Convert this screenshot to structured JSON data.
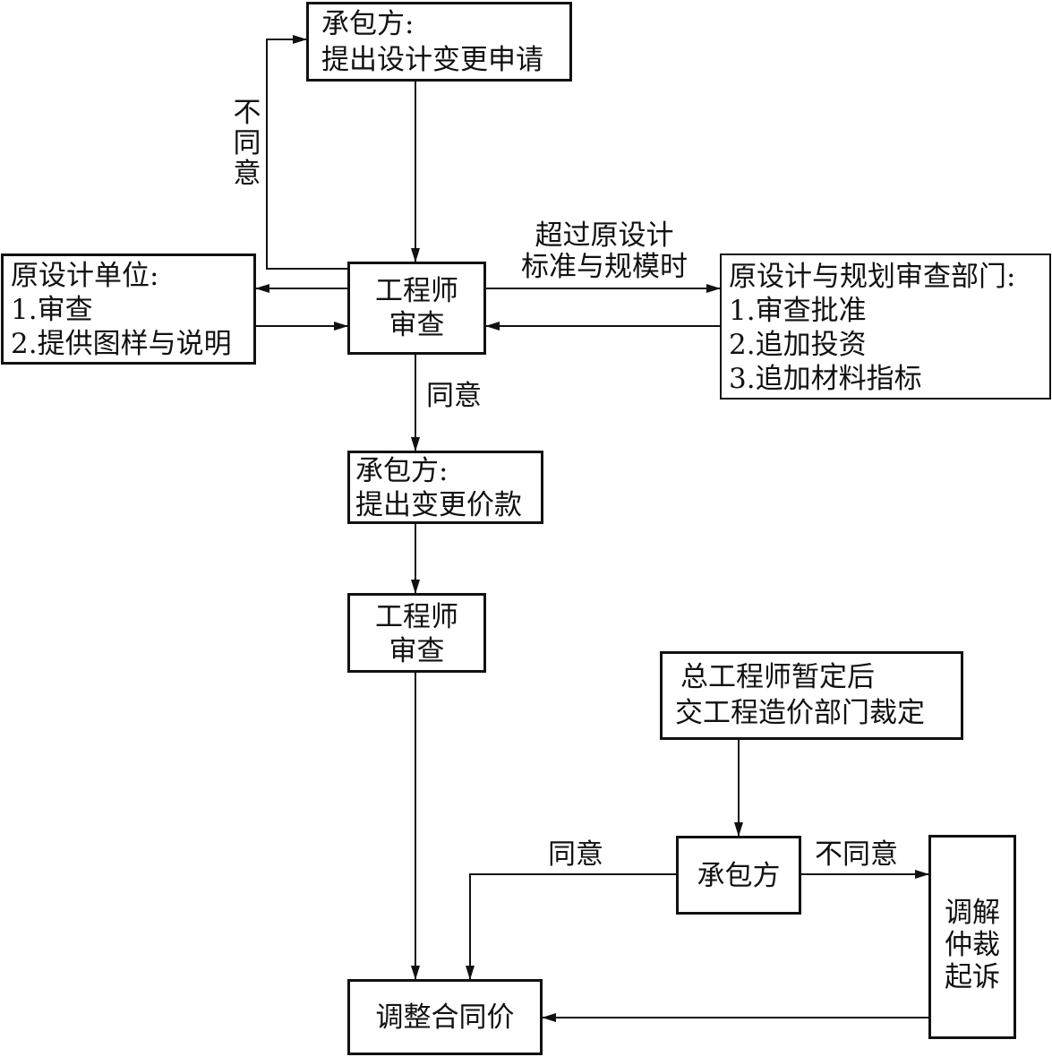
{
  "nodes": {
    "contractor_request": {
      "lines": [
        "承包方:",
        "提出设计变更申请"
      ]
    },
    "original_design_unit": {
      "lines": [
        "原设计单位:",
        "1.审查",
        "2.提供图样与说明"
      ]
    },
    "engineer_review_1": {
      "lines": [
        "工程师",
        "审查"
      ]
    },
    "planning_dept": {
      "lines": [
        "原设计与规划审查部门:",
        "1.审查批准",
        "2.追加投资",
        "3.追加材料指标"
      ]
    },
    "contractor_price": {
      "lines": [
        "承包方:",
        "提出变更价款"
      ]
    },
    "engineer_review_2": {
      "lines": [
        "工程师",
        "审查"
      ]
    },
    "chief_engineer": {
      "lines": [
        "总工程师暂定后",
        "交工程造价部门裁定"
      ]
    },
    "contractor": {
      "lines": [
        "承包方"
      ]
    },
    "dispute": {
      "lines": [
        "调解",
        "仲裁",
        "起诉"
      ]
    },
    "adjust_price": {
      "lines": [
        "调整合同价"
      ]
    }
  },
  "edge_labels": {
    "disagree_vertical": [
      "不",
      "同",
      "意"
    ],
    "exceed_standard": [
      "超过原设计",
      "标准与规模时"
    ],
    "agree_1": "同意",
    "agree_2": "同意",
    "disagree_2": "不同意"
  }
}
